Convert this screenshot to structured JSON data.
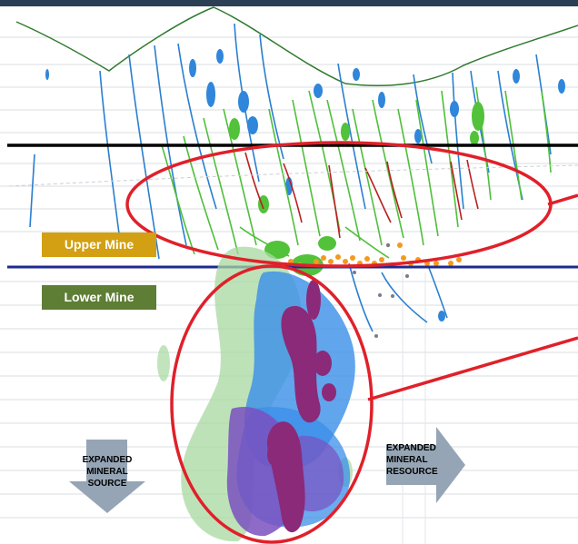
{
  "labels": {
    "upper_mine": "Upper Mine",
    "lower_mine": "Lower Mine"
  },
  "arrows": {
    "down": {
      "line1": "EXPANDED",
      "line2": "MINERAL",
      "line3": "SOURCE"
    },
    "right": {
      "line1": "EXPANDED",
      "line2": "MINERAL",
      "line3": "RESOURCE"
    }
  },
  "colors": {
    "top_bar": "#2b3f55",
    "upper_mine": "#d2a012",
    "lower_mine": "#5e7d35",
    "highlight_ellipse": "#e0202a",
    "upper_boundary_line": "#000000",
    "lower_boundary_line": "#1f2a8f",
    "veins_green": "#4fbf3a",
    "veins_blue": "#2a7fd0",
    "veins_red": "#b82020",
    "shell_green": "#a8d8a0",
    "body_blue": "#3a8fe8",
    "body_purple": "#7a50c0",
    "core_magenta": "#8b2a78",
    "arrow_grey": "#95a5b5"
  }
}
